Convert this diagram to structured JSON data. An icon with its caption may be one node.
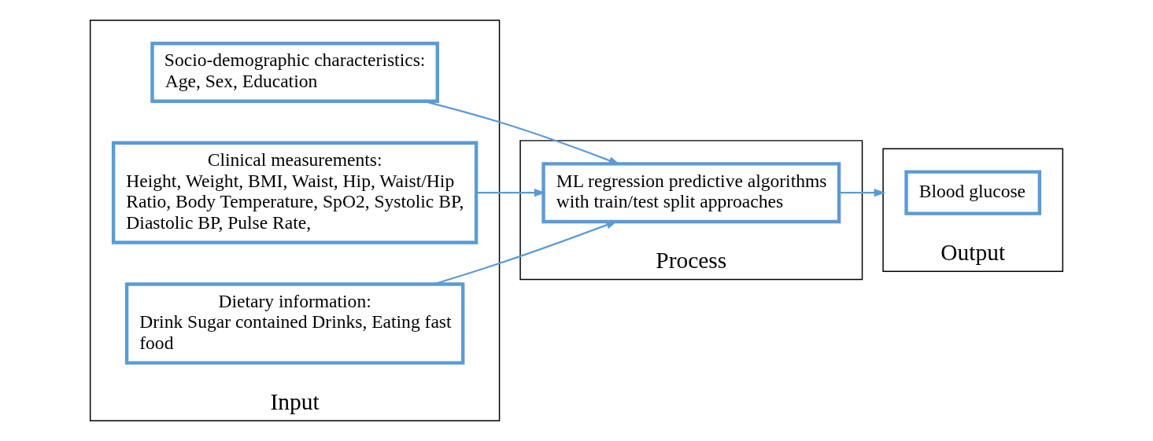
{
  "diagram": {
    "nodes": [
      {
        "text": [
          "Input"
        ]
      },
      {
        "text": [
          "Socio-demographic characteristics:",
          "Age, Sex, Education"
        ],
        "in": 0
      },
      {
        "text": [
          "Clinical measurements:",
          "Height, Weight, BMI, Waist, Hip, Waist/Hip Ratio, Body Temperature, SpO2, Systolic BP, Diastolic BP, Pulse Rate,"
        ],
        "in": 0
      },
      {
        "text": [
          "Dietary information:",
          "Drink Sugar contained Drinks, Eating fast food"
        ],
        "in": 0
      },
      {
        "text": [
          "Process"
        ]
      },
      {
        "text": [
          "ML regression predictive algorithms with train/test split approaches"
        ],
        "in": 4
      },
      {
        "text": [
          "Output"
        ]
      },
      {
        "text": [
          "Blood glucose"
        ],
        "in": 6
      }
    ],
    "edges": [
      {
        "from": 1,
        "to": 5,
        "arrow": "to"
      },
      {
        "from": 2,
        "to": 5,
        "arrow": "to"
      },
      {
        "from": 3,
        "to": 5,
        "arrow": "to"
      },
      {
        "from": 5,
        "to": 6,
        "arrow": "to"
      }
    ]
  }
}
